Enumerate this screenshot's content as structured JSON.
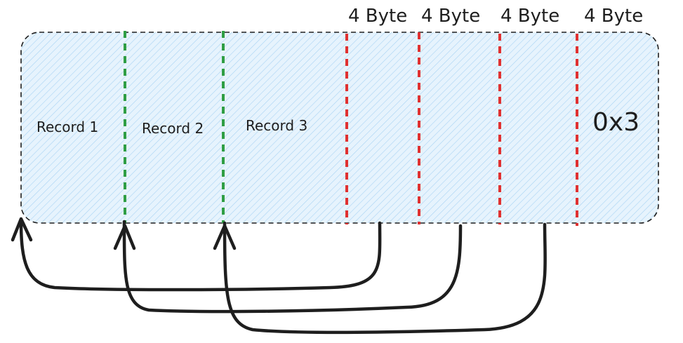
{
  "records": [
    {
      "label": "Record 1"
    },
    {
      "label": "Record 2"
    },
    {
      "label": "Record 3"
    }
  ],
  "offset_slots": [
    {
      "label": "4 Byte"
    },
    {
      "label": "4 Byte"
    },
    {
      "label": "4 Byte"
    },
    {
      "label": "4 Byte"
    }
  ],
  "count_value": "0x3",
  "colors": {
    "fill": "#d7ecfb",
    "hatch": "#a9d3f3",
    "outline": "#1e1e1e",
    "record_divider": "#2f9e44",
    "slot_divider": "#e03131",
    "arrow": "#1e1e1e"
  }
}
